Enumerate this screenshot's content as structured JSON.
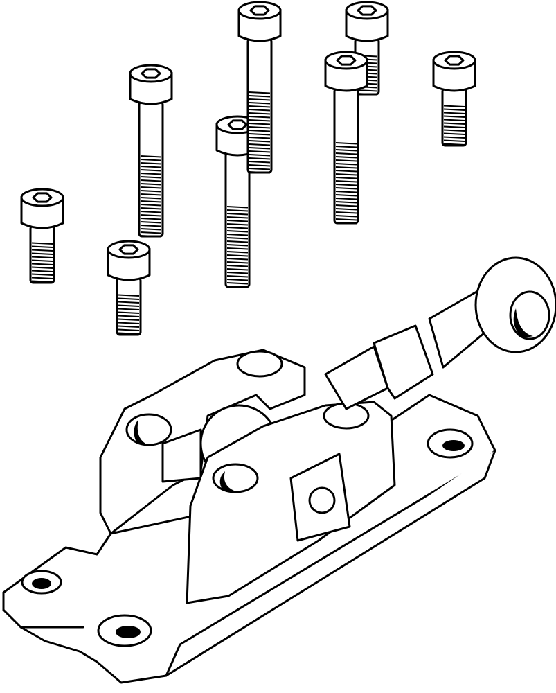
{
  "drawing": {
    "colors": {
      "stroke": "#000000",
      "fill": "#ffffff"
    },
    "parts": {
      "screws": [
        {
          "size": "short"
        },
        {
          "size": "short"
        },
        {
          "size": "long"
        },
        {
          "size": "long"
        },
        {
          "size": "long"
        },
        {
          "size": "medium"
        },
        {
          "size": "long"
        },
        {
          "size": "medium"
        }
      ],
      "assembly": [
        "base-plate",
        "bearing-block-left",
        "bearing-block-right",
        "rod-eye",
        "lock-nut",
        "retaining-clip"
      ]
    }
  }
}
